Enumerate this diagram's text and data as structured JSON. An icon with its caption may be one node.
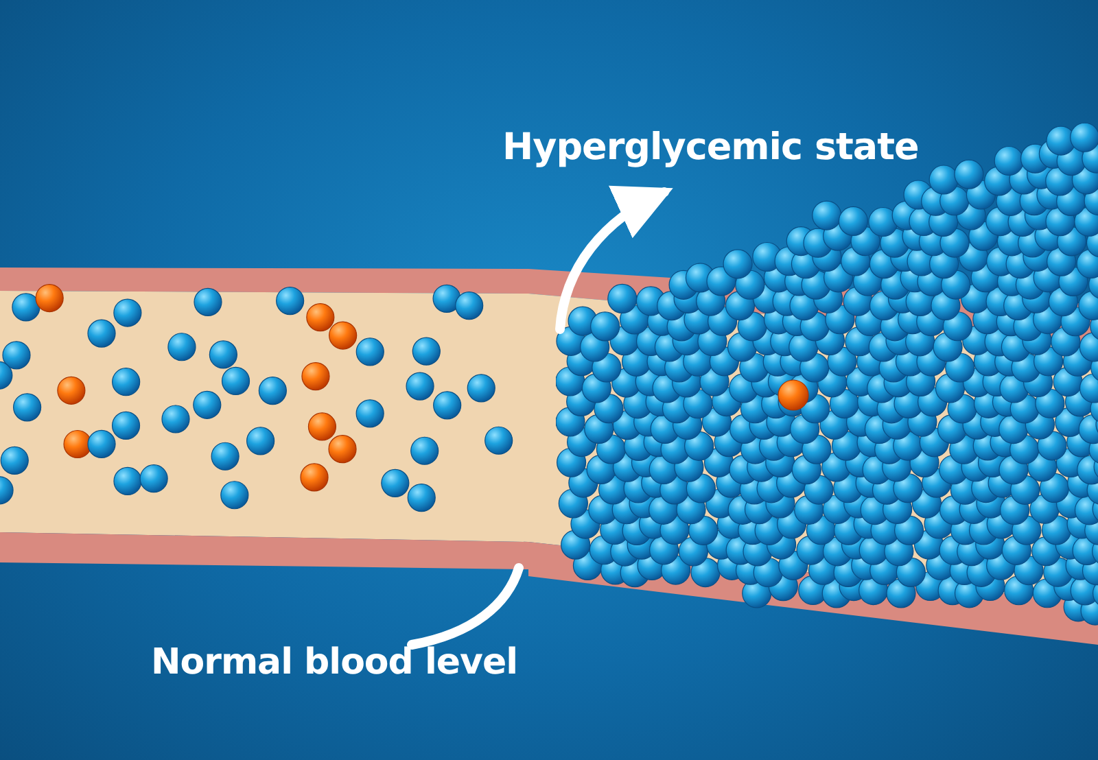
{
  "diagram": {
    "nodes": [
      {
        "text": [
          "Hyperglycemic state"
        ]
      },
      {
        "text": [
          "Normal blood level"
        ]
      },
      {
        "text": [],
        "shape": "picture"
      },
      {
        "text": [],
        "shape": "picture"
      }
    ],
    "edges": [
      {
        "from": 3,
        "to": 0,
        "arrow": "to"
      },
      {
        "from": 1,
        "to": 2,
        "arrow": "none"
      }
    ]
  }
}
